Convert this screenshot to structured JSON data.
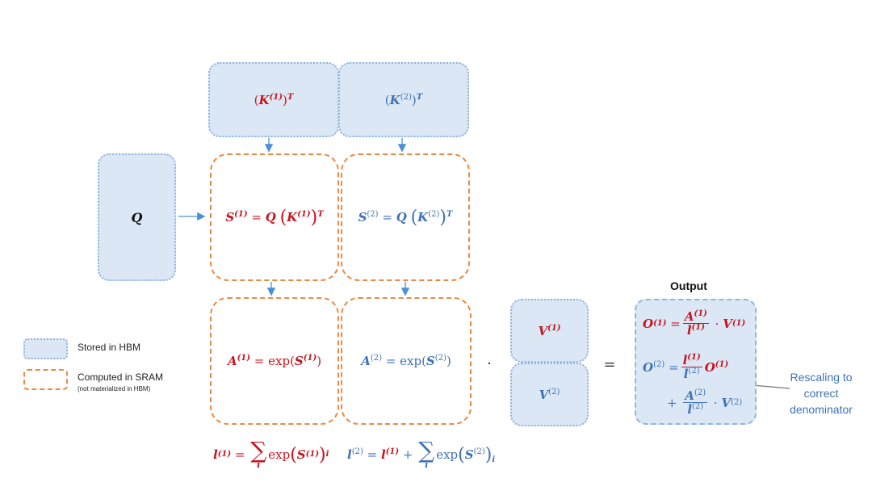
{
  "legend": {
    "hbm_label": "Stored in HBM",
    "sram_label": "Computed in SRAM",
    "sram_note": "(not materialized in HBM)"
  },
  "labels": {
    "output_title": "Output",
    "dot_operator": "·",
    "equals_operator": "=",
    "rescale_annotation_line1": "Rescaling to",
    "rescale_annotation_line2": "correct",
    "rescale_annotation_line3": "denominator"
  },
  "symbols": {
    "Q": "Q",
    "K1": "K",
    "K2": "K",
    "V1": "V",
    "V2": "V",
    "exp": "exp",
    "sigma": "∑",
    "index_i": "i"
  },
  "colors": {
    "block1": "#c8141e",
    "block2": "#3f72b5",
    "hbm_fill": "#dce7f5",
    "hbm_border": "#8fb5df",
    "sram_border": "#ec8a43",
    "arrow": "#4a90d9"
  }
}
